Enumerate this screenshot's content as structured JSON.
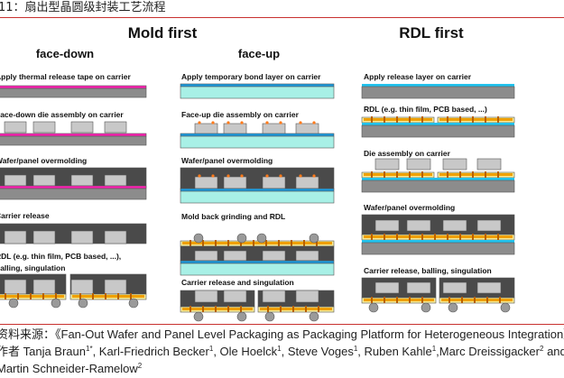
{
  "figure": {
    "title": "11：扇出型晶圆级封装工艺流程",
    "groups": [
      {
        "title": "Mold first",
        "subtitles": [
          "face-down",
          "face-up"
        ]
      },
      {
        "title": "RDL first"
      }
    ],
    "columns": [
      {
        "id": "face-down",
        "steps": [
          "Apply thermal release tape on carrier",
          "Face-down die assembly on carrier",
          "Wafer/panel overmolding",
          "Carrier release",
          "RDL (e.g. thin film, PCB based, ...),",
          "balling, singulation"
        ]
      },
      {
        "id": "face-up",
        "steps": [
          "Apply temporary bond layer on carrier",
          "Face-up die assembly on carrier",
          "Wafer/panel overmolding",
          "Mold back grinding and RDL",
          "Carrier release and singulation"
        ]
      },
      {
        "id": "rdl-first",
        "steps": [
          "Apply release layer on carrier",
          "RDL (e.g. thin film, PCB based, ...)",
          "Die assembly on carrier",
          "Wafer/panel overmolding",
          "Carrier release, balling, singulation"
        ]
      }
    ],
    "colors": {
      "carrier_gray": "#8c8c8c",
      "mold_dark": "#4a4a4a",
      "die_light": "#c8c8c8",
      "tape_magenta": "#ff1fb4",
      "bond_blue": "#1a9be0",
      "carrier_cyan": "#a8f0e6",
      "rdl_orange": "#f0a000",
      "rdl_yellow": "#f7ec9a",
      "pad_orange": "#ff7a1a",
      "ball_gray": "#9a9a9a",
      "release_cyan": "#22c3ee",
      "rule_red": "#c8312f"
    }
  },
  "source": {
    "line1_label": "资料来源：",
    "line1_text": "《Fan-Out Wafer and Panel Level Packaging as Packaging Platform for Heterogeneous Integration》,",
    "line2_prefix": "作者 Tanja Braun",
    "authors": [
      {
        "name": "Tanja Braun",
        "sup": "1*"
      },
      {
        "name": "Karl-Friedrich Becker",
        "sup": "1"
      },
      {
        "name": "Ole Hoelck",
        "sup": "1"
      },
      {
        "name": "Steve Voges",
        "sup": "1"
      },
      {
        "name": "Ruben Kahle",
        "sup": "1"
      },
      {
        "name": "Marc Dreissigacker",
        "sup": "2"
      },
      {
        "name": "Martin Schneider-Ramelow",
        "sup": "2"
      }
    ],
    "line2": {
      "a": "作者 Tanja Braun",
      "a_sup": "1*",
      "b": ", Karl-Friedrich Becker",
      "b_sup": "1",
      "c": ", Ole Hoelck",
      "c_sup": "1",
      "d": ", Steve Voges",
      "d_sup": "1",
      "e": ", Ruben Kahle",
      "e_sup": "1",
      "f": ",Marc Dreissigacker",
      "f_sup": "2",
      "g": " and"
    },
    "line3": {
      "a": "Martin Schneider-Ramelow",
      "a_sup": "2"
    }
  }
}
